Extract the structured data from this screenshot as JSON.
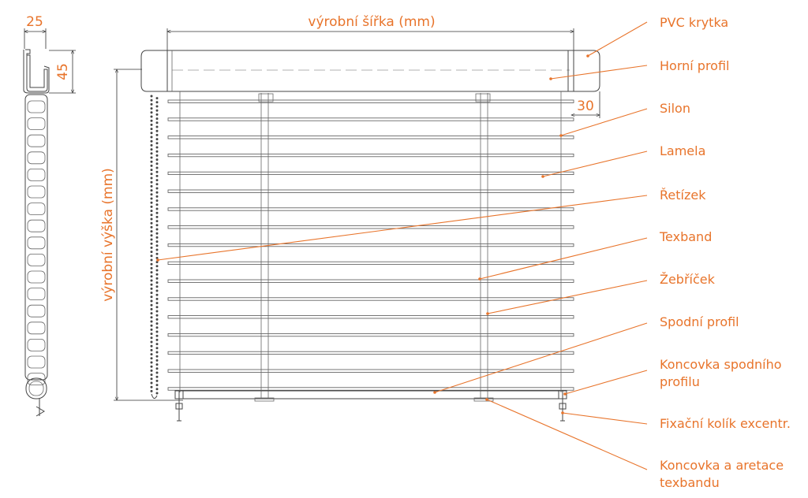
{
  "diagram": {
    "accent_color": "#e8742b",
    "line_color": "#444444",
    "dimensions": {
      "side_width": "25",
      "side_height": "45",
      "production_width": "výrobní šířka (mm)",
      "production_height": "výrobní výška (mm)",
      "margin": "30"
    },
    "labels": {
      "pvc_cap": "PVC krytka",
      "top_profile": "Horní profil",
      "silon": "Silon",
      "slat": "Lamela",
      "chain": "Řetízek",
      "texband": "Texband",
      "ladder": "Žebříček",
      "bottom_profile": "Spodní profil",
      "bottom_end_1": "Koncovka spodního",
      "bottom_end_2": "profilu",
      "fix_pin": "Fixační kolík excentr.",
      "texband_end_1": "Koncovka a aretace",
      "texband_end_2": "texbandu"
    }
  }
}
